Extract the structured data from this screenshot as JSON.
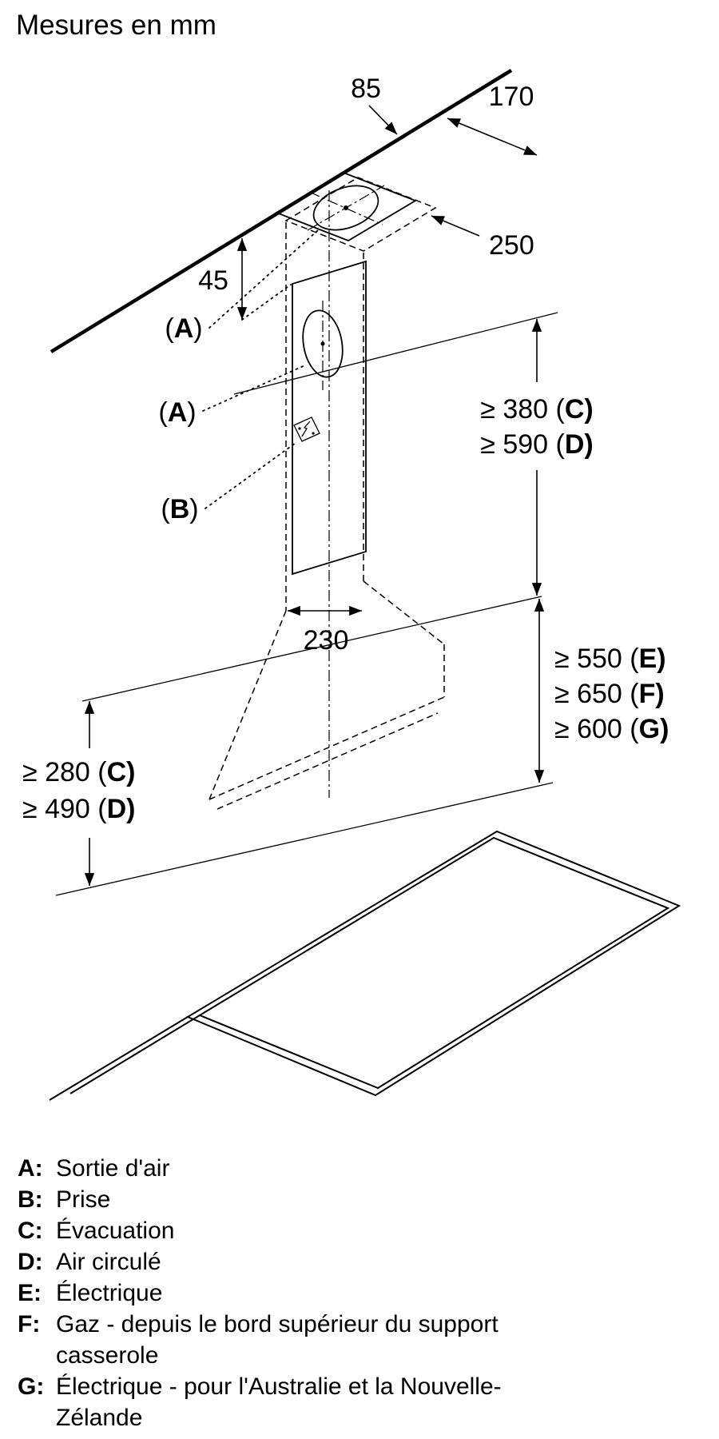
{
  "title": "Mesures en mm",
  "colors": {
    "line": "#000000",
    "background": "#ffffff"
  },
  "diagram": {
    "dim_85": "85",
    "dim_170": "170",
    "dim_250": "250",
    "dim_45": "45",
    "dim_230": "230",
    "label_a1": {
      "pre": "(",
      "letter": "A",
      "post": ")"
    },
    "label_a2": {
      "pre": "(",
      "letter": "A",
      "post": ")"
    },
    "label_b": {
      "pre": "(",
      "letter": "B",
      "post": ")"
    },
    "dim_c380": {
      "pre": "≥ 380 (",
      "letter": "C",
      "post": ")"
    },
    "dim_d590": {
      "pre": "≥ 590 (",
      "letter": "D",
      "post": ")"
    },
    "dim_e550": {
      "pre": "≥ 550 (",
      "letter": "E",
      "post": ")"
    },
    "dim_f650": {
      "pre": "≥ 650 (",
      "letter": "F",
      "post": ")"
    },
    "dim_g600": {
      "pre": "≥ 600 (",
      "letter": "G",
      "post": ")"
    },
    "dim_c280": {
      "pre": "≥ 280 (",
      "letter": "C",
      "post": ")"
    },
    "dim_d490": {
      "pre": "≥ 490 (",
      "letter": "D",
      "post": ")"
    }
  },
  "legend": {
    "items": [
      {
        "letter": "A:",
        "text": "Sortie d'air"
      },
      {
        "letter": "B:",
        "text": "Prise"
      },
      {
        "letter": "C:",
        "text": "Évacuation"
      },
      {
        "letter": "D:",
        "text": "Air circulé"
      },
      {
        "letter": "E:",
        "text": "Électrique"
      },
      {
        "letter": "F:",
        "text": "Gaz - depuis le bord supérieur du support casserole"
      },
      {
        "letter": "G:",
        "text": "Électrique - pour l'Australie et la Nouvelle-Zélande"
      }
    ]
  }
}
